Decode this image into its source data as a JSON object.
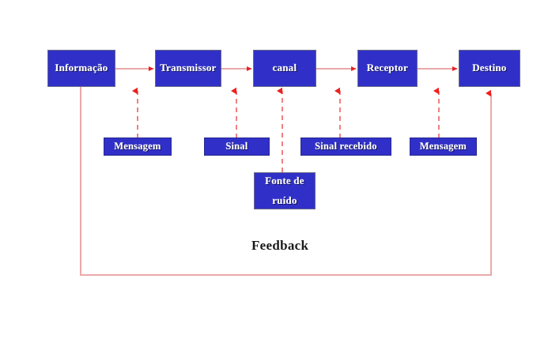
{
  "diagram": {
    "title_label": "Feedback",
    "colors": {
      "node_fill": "#3030c8",
      "node_text": "#ffffff",
      "solid_connector": "#eaa9a9",
      "dashed_connector": "#f08080",
      "arrow_head": "#ee2020",
      "label_text": "#1a1a1a",
      "background": "#ffffff"
    },
    "main_chain": [
      {
        "id": "informacao",
        "label": "Informação"
      },
      {
        "id": "transmissor",
        "label": "Transmissor"
      },
      {
        "id": "canal",
        "label": "canal"
      },
      {
        "id": "receptor",
        "label": "Receptor"
      },
      {
        "id": "destino",
        "label": "Destino"
      }
    ],
    "annotations": [
      {
        "id": "mensagem-left",
        "label": "Mensagem",
        "points_to": "transmissor"
      },
      {
        "id": "sinal",
        "label": "Sinal",
        "points_to": "canal"
      },
      {
        "id": "sinal-recebido",
        "label": "Sinal  recebido",
        "points_to": "receptor"
      },
      {
        "id": "mensagem-right",
        "label": "Mensagem",
        "points_to": "destino"
      }
    ],
    "noise_source": {
      "id": "fonte-de-ruido",
      "label_line1": "Fonte de",
      "label_line2": "ruído",
      "points_to": "canal"
    }
  }
}
